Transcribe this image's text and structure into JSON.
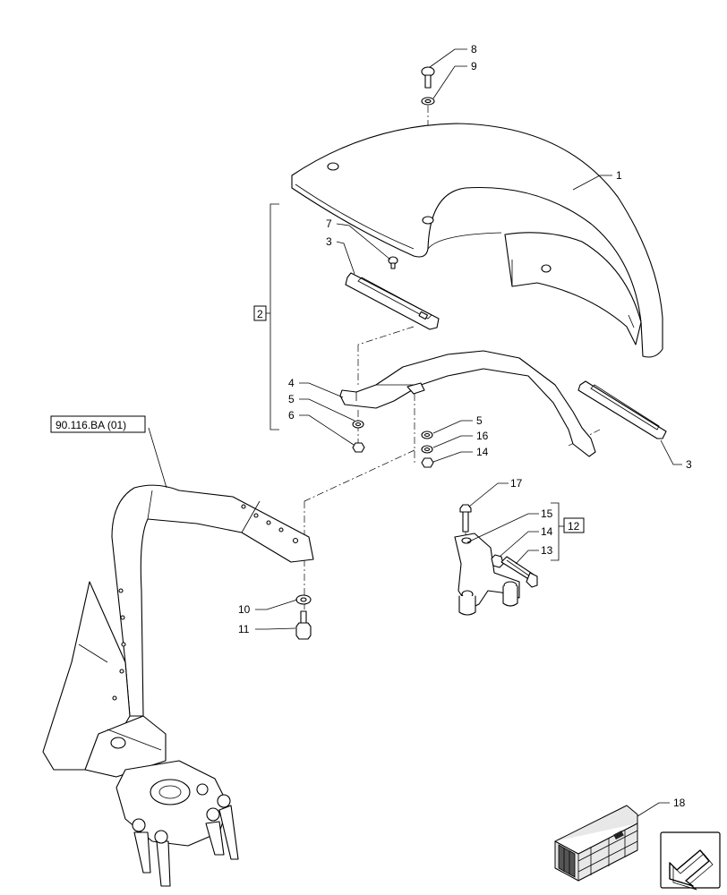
{
  "callouts": {
    "c1": "1",
    "c2": "2",
    "c3a": "3",
    "c3b": "3",
    "c4": "4",
    "c5a": "5",
    "c5b": "5",
    "c6": "6",
    "c7": "7",
    "c8": "8",
    "c9": "9",
    "c10": "10",
    "c11": "11",
    "c12": "12",
    "c13": "13",
    "c14a": "14",
    "c14b": "14",
    "c15": "15",
    "c16": "16",
    "c17": "17",
    "c18": "18"
  },
  "reference": "90.116.BA (01)",
  "icons": {
    "nav_arrow": "arrow-icon",
    "kit_box": "crate-icon"
  }
}
